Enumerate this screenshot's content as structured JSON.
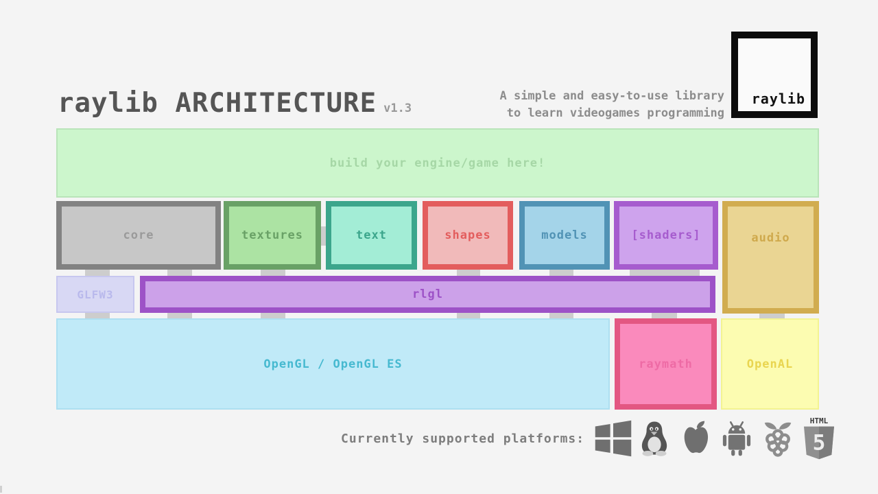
{
  "header": {
    "title": "raylib ARCHITECTURE",
    "version": "v1.3",
    "tagline1": "A simple and easy-to-use library",
    "tagline2": "to learn videogames programming",
    "logo": "raylib"
  },
  "boxes": {
    "engine": {
      "label": "build your engine/game here!",
      "fill": "#ccf6cc",
      "border": "#b9e4b9",
      "text": "#a6d7a6"
    },
    "core": {
      "label": "core",
      "fill": "#c7c7c7",
      "border": "#828282",
      "text": "#9a9a9a"
    },
    "textures": {
      "label": "textures",
      "fill": "#ace3a3",
      "border": "#69a166",
      "text": "#69a166"
    },
    "text": {
      "label": "text",
      "fill": "#a3edd6",
      "border": "#3ca68c",
      "text": "#3ca68c"
    },
    "shapes": {
      "label": "shapes",
      "fill": "#f1baba",
      "border": "#e35d5d",
      "text": "#e35d5d"
    },
    "models": {
      "label": "models",
      "fill": "#a4d4e9",
      "border": "#5193b5",
      "text": "#5193b5"
    },
    "shaders": {
      "label": "[shaders]",
      "fill": "#cea3ed",
      "border": "#a65cce",
      "text": "#a65cce"
    },
    "audio": {
      "label": "audio",
      "fill": "#ead593",
      "border": "#d1ac4f",
      "text": "#cfa94c"
    },
    "glfw3": {
      "label": "GLFW3",
      "fill": "#d8d8f4",
      "border": "#c7c7ef",
      "text": "#b9b9ec"
    },
    "rlgl": {
      "label": "rlgl",
      "fill": "#cca1e9",
      "border": "#9d52c7",
      "text": "#9d52c7"
    },
    "opengl": {
      "label": "OpenGL / OpenGL ES",
      "fill": "#c0eaf8",
      "border": "#addff1",
      "text": "#46b9d0"
    },
    "raymath": {
      "label": "raymath",
      "fill": "#fa8abc",
      "border": "#e35782",
      "text": "#ee6ba5"
    },
    "openal": {
      "label": "OpenAL",
      "fill": "#fcfcb1",
      "border": "#f3f391",
      "text": "#e9d550"
    }
  },
  "connector_color": "#cdcdcd",
  "platforms": {
    "label": "Currently supported platforms:",
    "icons": [
      "windows-icon",
      "linux-tux-icon",
      "apple-icon",
      "android-icon",
      "raspberry-pi-icon",
      "html5-icon"
    ],
    "html5_text": "HTML",
    "html5_number": "5",
    "icon_color": "#767676"
  }
}
